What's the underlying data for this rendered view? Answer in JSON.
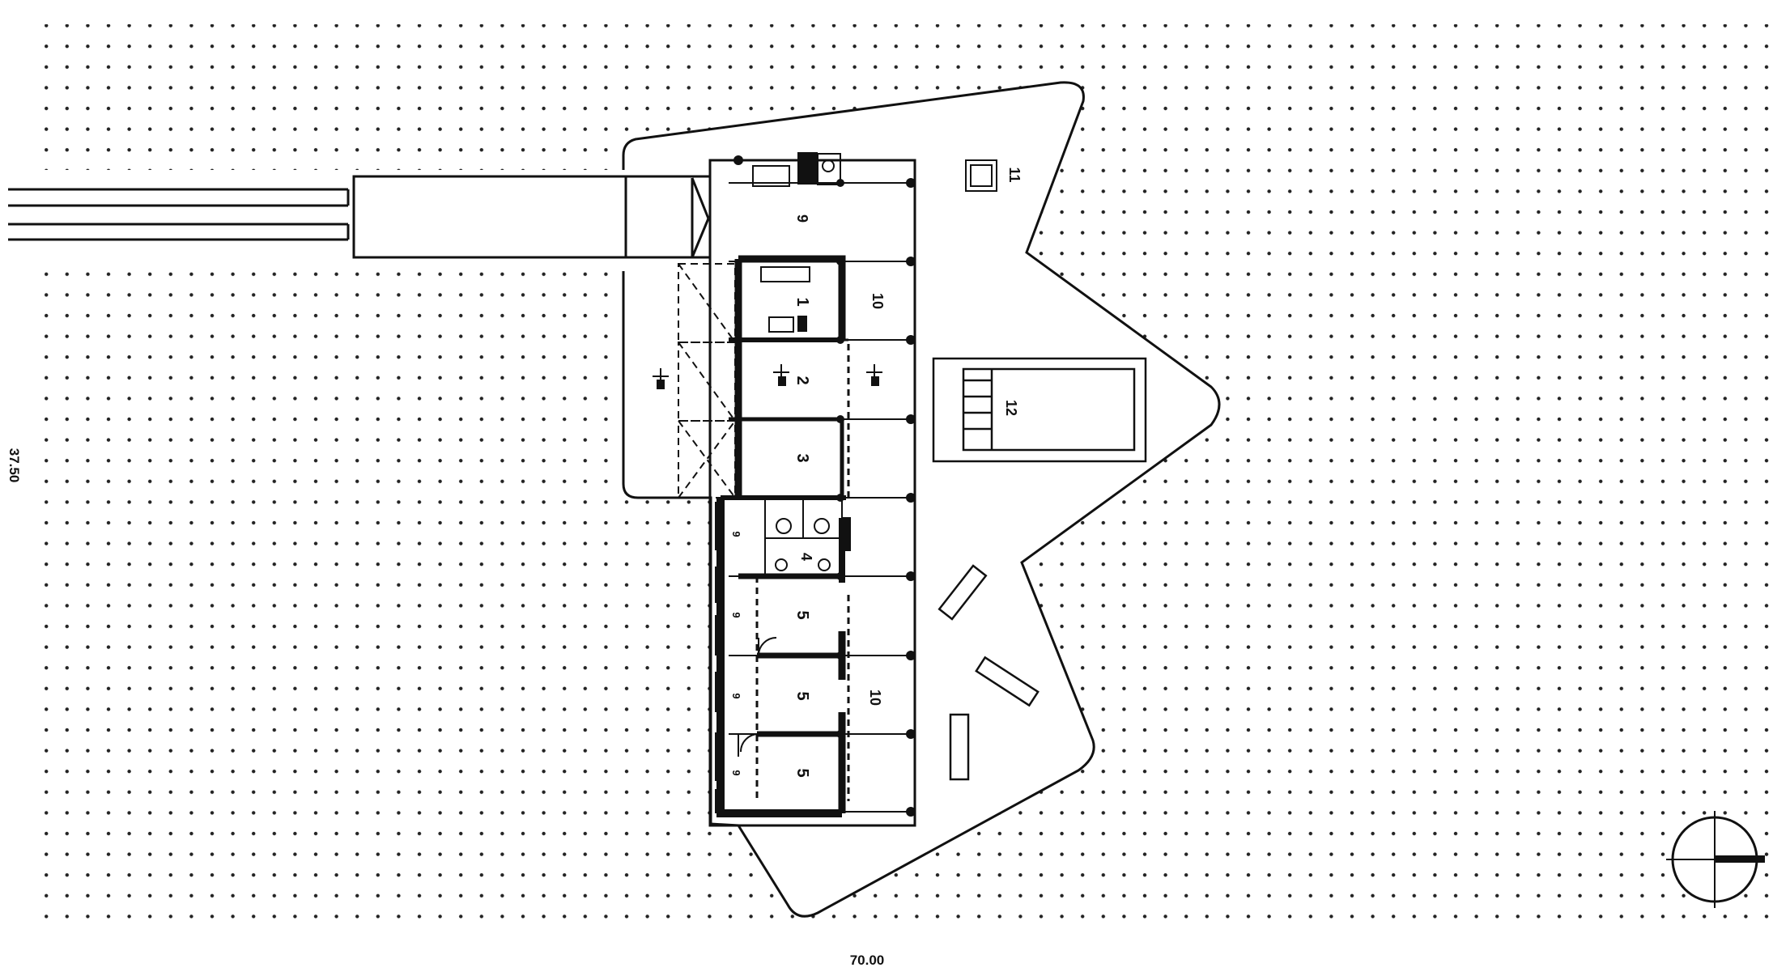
{
  "dimensions": {
    "width_label": "70.00",
    "height_label": "37.50"
  },
  "spaces": [
    {
      "id": "room-1",
      "number": "1"
    },
    {
      "id": "room-2",
      "number": "2"
    },
    {
      "id": "room-3",
      "number": "3"
    },
    {
      "id": "room-4",
      "number": "4"
    },
    {
      "id": "room-5a",
      "number": "5"
    },
    {
      "id": "room-5b",
      "number": "5"
    },
    {
      "id": "room-5c",
      "number": "5"
    },
    {
      "id": "room-9-top",
      "number": "9"
    },
    {
      "id": "room-9-a",
      "number": "9"
    },
    {
      "id": "room-9-b",
      "number": "9"
    },
    {
      "id": "room-9-c",
      "number": "9"
    },
    {
      "id": "room-9-d",
      "number": "9"
    },
    {
      "id": "room-10-top",
      "number": "10"
    },
    {
      "id": "room-10-bottom",
      "number": "10"
    },
    {
      "id": "room-11",
      "number": "11"
    },
    {
      "id": "room-12",
      "number": "12"
    }
  ],
  "colors": {
    "ink": "#111111",
    "background": "#ffffff"
  },
  "icons": [
    "north-arrow-icon",
    "level-marker-icon"
  ]
}
